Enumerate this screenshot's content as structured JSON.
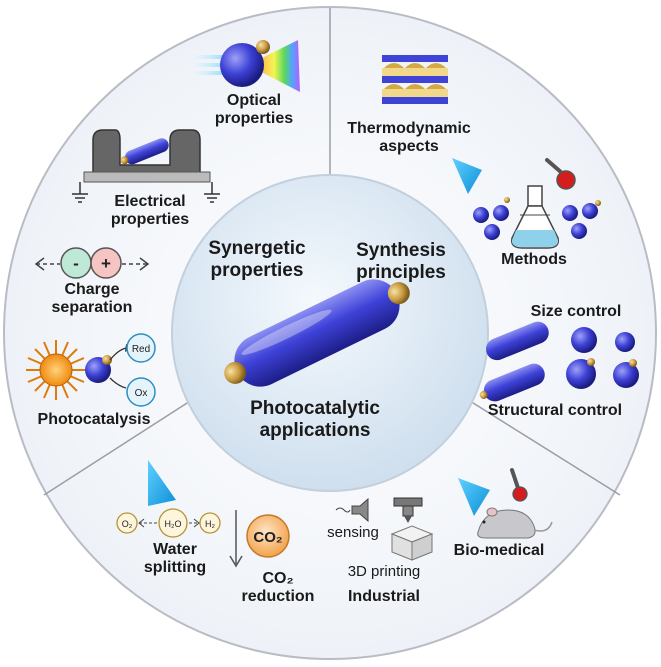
{
  "center": {
    "synergetic": [
      "Synergetic",
      "properties"
    ],
    "synthesis": [
      "Synthesis",
      "principles"
    ],
    "photocatalytic": [
      "Photocatalytic",
      "applications"
    ]
  },
  "synergetic_section": {
    "optical": [
      "Optical",
      "properties"
    ],
    "electrical": [
      "Electrical",
      "properties"
    ],
    "charge": [
      "Charge",
      "separation"
    ],
    "photocatalysis": "Photocatalysis",
    "red": "Red",
    "ox": "Ox",
    "minus": "-",
    "plus": "+"
  },
  "synthesis_section": {
    "thermodynamic": [
      "Thermodynamic",
      "aspects"
    ],
    "methods": "Methods",
    "size_control": "Size control",
    "structural_control": "Structural control"
  },
  "applications_section": {
    "water": [
      "Water",
      "splitting"
    ],
    "co2_reduction": [
      "CO₂",
      "reduction"
    ],
    "co2_circle": "CO₂",
    "o2": "O₂",
    "h2o": "H₂O",
    "h2": "H₂",
    "sensing": "sensing",
    "printing": "3D printing",
    "industrial": "Industrial",
    "biomedical": "Bio-medical"
  },
  "colors": {
    "rod": "#3b3fd6",
    "rod_dark": "#1e1f8a",
    "tip_gold": "#c9a04a",
    "ring_fill": "#f3f6fb",
    "center_fill": "#dde9f4",
    "cyan_light": "#1ea4e8",
    "sun_orange": "#f59b1c",
    "co2_orange": "#f2a64a"
  }
}
